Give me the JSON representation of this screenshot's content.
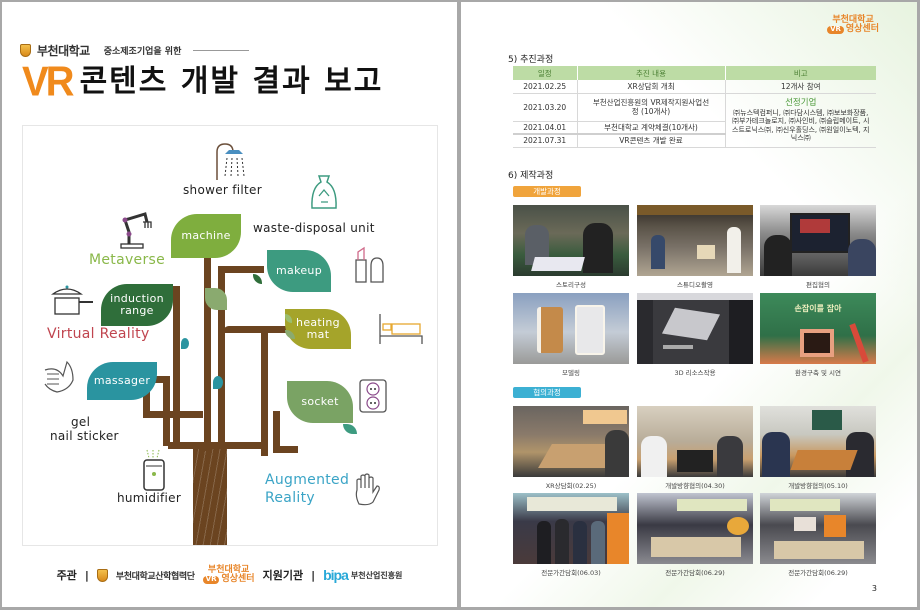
{
  "left_page": {
    "header": {
      "university": "부천대학교",
      "subtitle": "중소제조기업을 위한",
      "title_vr": "VR",
      "title_text": "콘텐츠 개발 결과 보고"
    },
    "illustration": {
      "leaves": [
        {
          "label": "machine",
          "color": "#7fae3e"
        },
        {
          "label": "makeup",
          "color": "#3d9b80"
        },
        {
          "label": "induction range",
          "color": "#2f6e3a"
        },
        {
          "label": "heating mat",
          "color": "#a5a42a"
        },
        {
          "label": "massager",
          "color": "#2a94a0"
        },
        {
          "label": "socket",
          "color": "#7aa364"
        }
      ],
      "words": {
        "shower_filter": "shower filter",
        "waste_disposal": "waste-disposal unit",
        "metaverse": "Metaverse",
        "virtual_reality": "Virtual Reality",
        "gel_nail_1": "gel",
        "gel_nail_2": "nail sticker",
        "humidifier": "humidifier",
        "augmented_1": "Augmented",
        "augmented_2": "Reality"
      },
      "colors": {
        "trunk": "#6b4420",
        "metaverse": "#8ab84a",
        "virtual_reality": "#c0454f",
        "augmented": "#3aa4c6"
      }
    },
    "footer": {
      "host_label": "주관",
      "host_org": "부천대학교산학협력단",
      "vr_center_line1": "부천대학교",
      "vr_center_pill": "VR",
      "vr_center_line2": "영상센터",
      "support_label": "지원기관",
      "support_logo": "bipa",
      "support_org": "부천산업진흥원",
      "separator": "|"
    }
  },
  "right_page": {
    "header_logo": {
      "line1": "부천대학교",
      "pill": "VR",
      "line2": "영상센터"
    },
    "section5": {
      "title": "5) 추진과정",
      "columns": [
        "일정",
        "추진 내용",
        "비고"
      ],
      "rows": [
        {
          "date": "2021.02.25",
          "content": "XR상담회 개최",
          "note": "12개사 참여"
        },
        {
          "date": "2021.03.20",
          "content": "부천산업진흥원의 VR제작지원사업선정 (10개사)"
        },
        {
          "date": "2021.04.01",
          "content": "부천대학교 계약체결(10개사)"
        },
        {
          "date": "2021.07.31",
          "content": "VR콘텐츠 개발 완료"
        }
      ],
      "selected_title": "선정기업",
      "selected_companies": "㈜뉴스텍컴퍼니, ㈜다담시스템, ㈜보보화장품, ㈜부가테크놀로지, ㈜사인비, ㈜슬립메이트, 시스트로닉스㈜, ㈜신우홀딩스, ㈜원일이노텍, 지닉스㈜"
    },
    "section6": {
      "title": "6) 제작과정",
      "dev_badge": "개발과정",
      "dev_photos": [
        {
          "caption": "스토리구성"
        },
        {
          "caption": "스튜디오촬영"
        },
        {
          "caption": "편집협의"
        },
        {
          "caption": "모델링"
        },
        {
          "caption": "3D 리소스작용"
        },
        {
          "caption": "환경구축 및 시연"
        }
      ],
      "consult_badge": "협의과정",
      "consult_photos": [
        {
          "caption": "XR상담회(02.25)"
        },
        {
          "caption": "개발방향협의(04.30)"
        },
        {
          "caption": "개발방향협의(05.10)"
        },
        {
          "caption": "전문가간담회(06.03)"
        },
        {
          "caption": "전문가간담회(06.29)"
        },
        {
          "caption": "전문가간담회(06.29)"
        }
      ],
      "vr_scene_text": "손잡이를 잡아"
    },
    "page_number": "3"
  }
}
